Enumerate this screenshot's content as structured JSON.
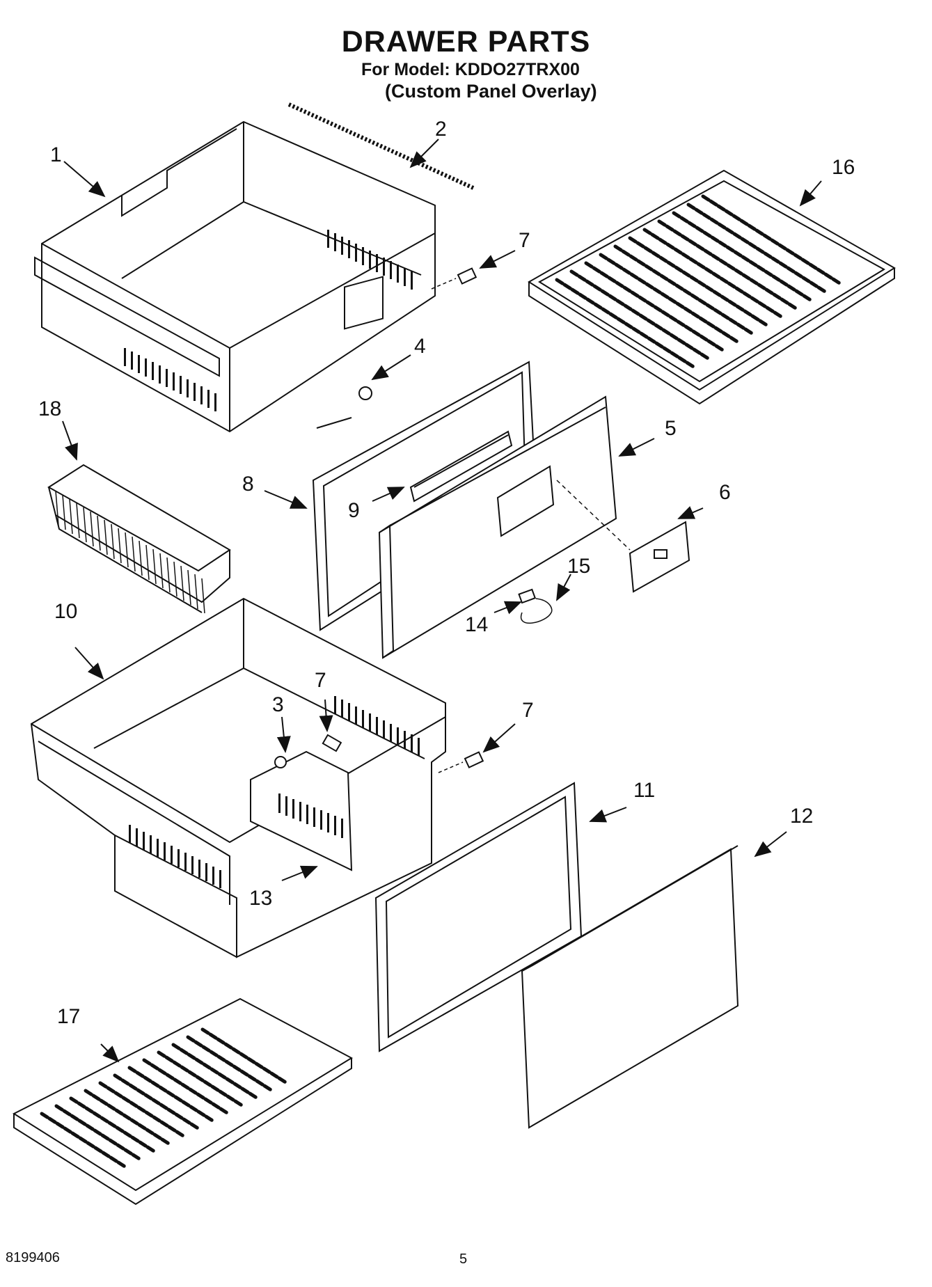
{
  "header": {
    "title": "DRAWER PARTS",
    "model_line": "For Model: KDDO27TRX00",
    "subtitle": "(Custom Panel Overlay)"
  },
  "callouts": [
    {
      "id": "c1",
      "label": "1"
    },
    {
      "id": "c2",
      "label": "2"
    },
    {
      "id": "c3",
      "label": "3"
    },
    {
      "id": "c4",
      "label": "4"
    },
    {
      "id": "c5",
      "label": "5"
    },
    {
      "id": "c6",
      "label": "6"
    },
    {
      "id": "c7a",
      "label": "7"
    },
    {
      "id": "c7b",
      "label": "7"
    },
    {
      "id": "c7c",
      "label": "7"
    },
    {
      "id": "c8",
      "label": "8"
    },
    {
      "id": "c9",
      "label": "9"
    },
    {
      "id": "c10",
      "label": "10"
    },
    {
      "id": "c11",
      "label": "11"
    },
    {
      "id": "c12",
      "label": "12"
    },
    {
      "id": "c13",
      "label": "13"
    },
    {
      "id": "c14",
      "label": "14"
    },
    {
      "id": "c15",
      "label": "15"
    },
    {
      "id": "c16",
      "label": "16"
    },
    {
      "id": "c17",
      "label": "17"
    },
    {
      "id": "c18",
      "label": "18"
    }
  ],
  "footer": {
    "doc_number": "8199406",
    "page_number": "5"
  }
}
